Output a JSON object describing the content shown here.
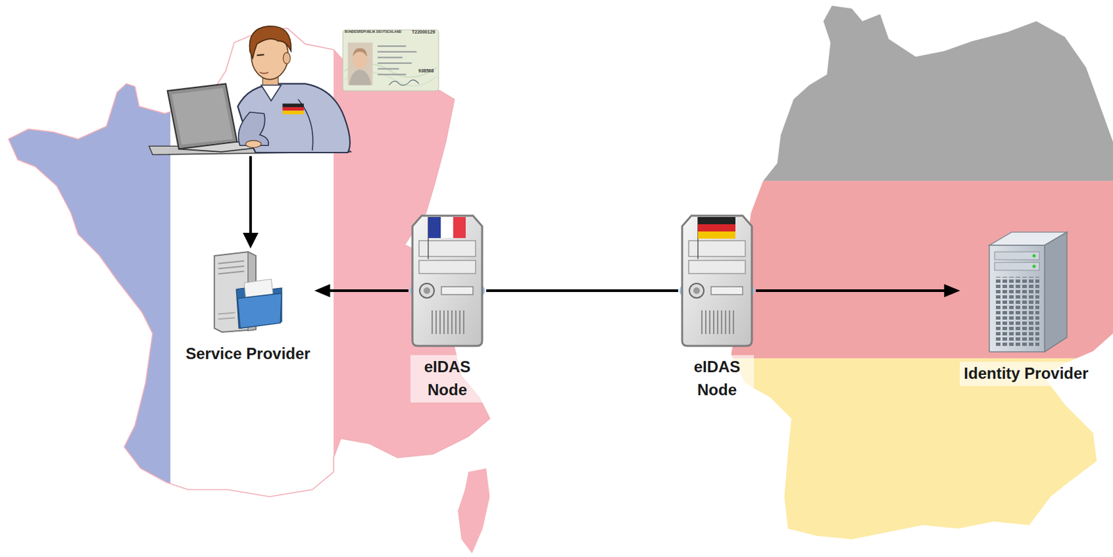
{
  "diagram": {
    "nodes": [
      {
        "text": [
          "Service Provider"
        ]
      },
      {
        "text": [
          "eIDAS Node"
        ]
      },
      {
        "text": [
          "eIDAS Node"
        ]
      },
      {
        "text": [
          "Identity Provider"
        ]
      }
    ],
    "edges": [
      {
        "from": 1,
        "to": 0,
        "arrow": "to"
      },
      {
        "from": 1,
        "to": 2,
        "arrow": "none"
      },
      {
        "from": 2,
        "to": 3,
        "arrow": "to"
      }
    ],
    "labels": [
      "BUNDESREPUBLIK DEUTSCHLAND",
      "T22000129",
      "938568"
    ]
  }
}
